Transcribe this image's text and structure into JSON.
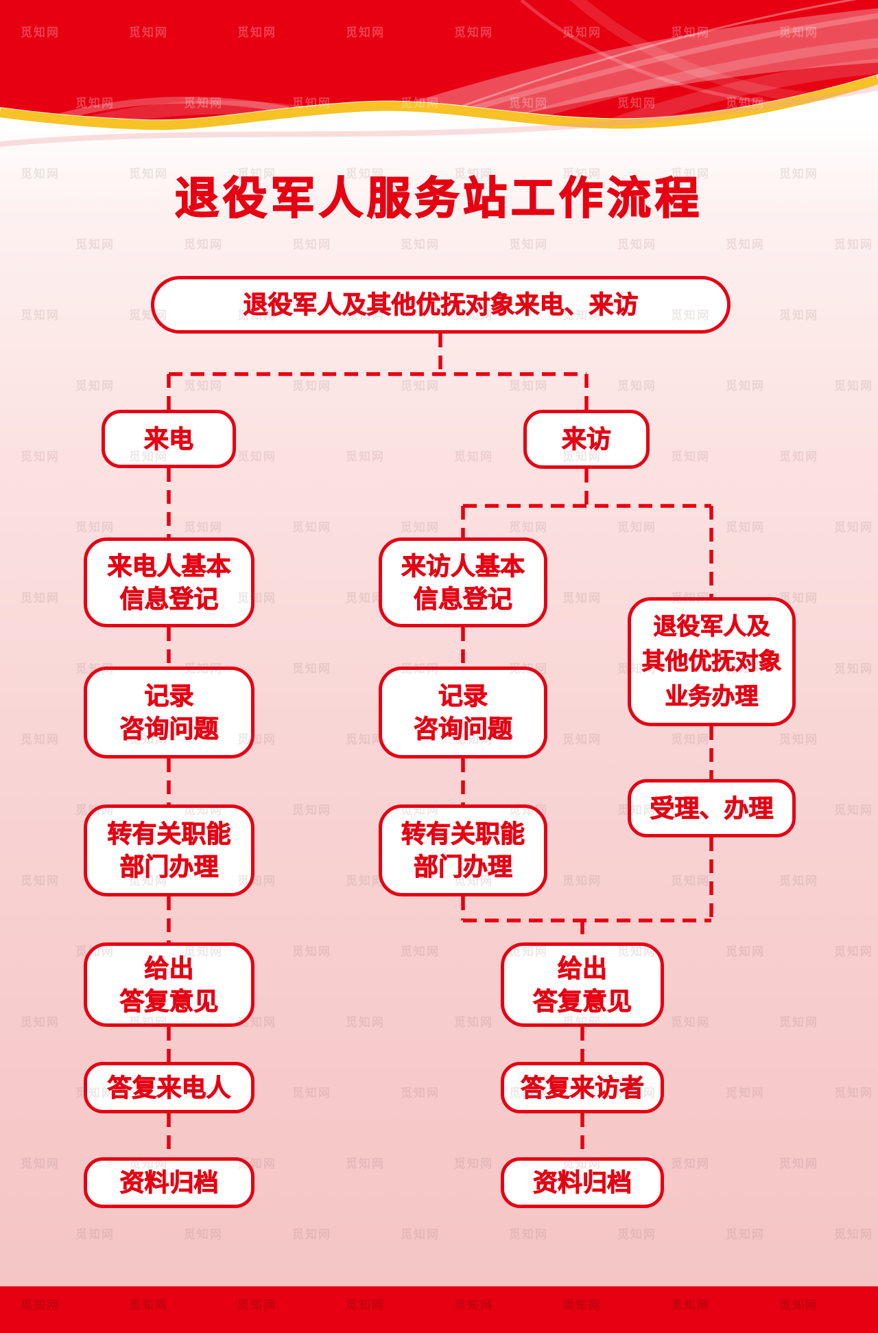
{
  "poster": {
    "title": "退役军人服务站工作流程"
  },
  "watermark": {
    "text": "觅知网"
  },
  "colors": {
    "red": "#e60012",
    "gold": "#f6c226",
    "box_fill": "#ffffff",
    "bg_top": "#ffffff",
    "bg_bottom": "#f5c5c5"
  },
  "flow": {
    "nodes": {
      "start": {
        "label": "退役军人及其他优抚对象来电、来访"
      },
      "laidian": {
        "label": "来电"
      },
      "laifang": {
        "label": "来访"
      },
      "ld_info": {
        "label": "来电人基本\n信息登记"
      },
      "lf_info": {
        "label": "来访人基本\n信息登记"
      },
      "ld_record": {
        "label": "记录\n咨询问题"
      },
      "lf_record": {
        "label": "记录\n咨询问题"
      },
      "biz": {
        "label": "退役军人及\n其他优抚对象\n业务办理"
      },
      "ld_transfer": {
        "label": "转有关职能\n部门办理"
      },
      "lf_transfer": {
        "label": "转有关职能\n部门办理"
      },
      "shouli": {
        "label": "受理、办理"
      },
      "ld_give": {
        "label": "给出\n答复意见"
      },
      "lf_give": {
        "label": "给出\n答复意见"
      },
      "ld_reply": {
        "label": "答复来电人"
      },
      "lf_reply": {
        "label": "答复来访者"
      },
      "ld_archive": {
        "label": "资料归档"
      },
      "lf_archive": {
        "label": "资料归档"
      }
    },
    "edges": [
      {
        "from": "start",
        "to": "laidian"
      },
      {
        "from": "start",
        "to": "laifang"
      },
      {
        "from": "laidian",
        "to": "ld_info"
      },
      {
        "from": "ld_info",
        "to": "ld_record"
      },
      {
        "from": "ld_record",
        "to": "ld_transfer"
      },
      {
        "from": "ld_transfer",
        "to": "ld_give"
      },
      {
        "from": "ld_give",
        "to": "ld_reply"
      },
      {
        "from": "ld_reply",
        "to": "ld_archive"
      },
      {
        "from": "laifang",
        "to": "lf_info"
      },
      {
        "from": "laifang",
        "to": "biz"
      },
      {
        "from": "lf_info",
        "to": "lf_record"
      },
      {
        "from": "lf_record",
        "to": "lf_transfer"
      },
      {
        "from": "biz",
        "to": "shouli"
      },
      {
        "from": "lf_transfer",
        "to": "lf_give"
      },
      {
        "from": "shouli",
        "to": "lf_give"
      },
      {
        "from": "lf_give",
        "to": "lf_reply"
      },
      {
        "from": "lf_reply",
        "to": "lf_archive"
      }
    ]
  }
}
